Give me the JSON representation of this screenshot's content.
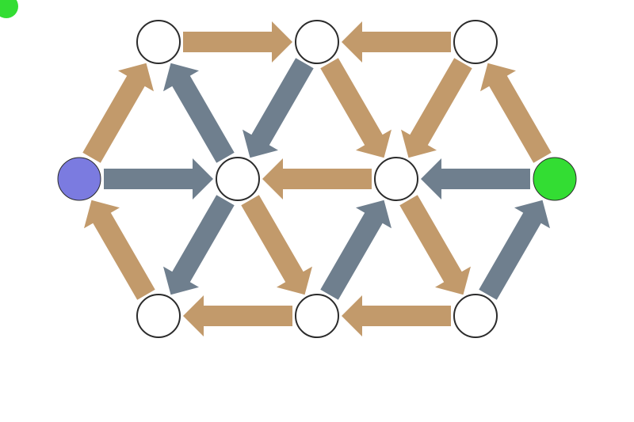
{
  "colors": {
    "background": "#ffffff",
    "arrow_tan": "#c29a6b",
    "arrow_slate": "#6f7f8e",
    "node_fill": "#ffffff",
    "node_stroke": "#2b2b2b",
    "start_node": "#7b7be0",
    "goal_node": "#33dd33",
    "cursor_blob": "#33dd33"
  },
  "nodes": [
    {
      "id": "n0",
      "col": 0,
      "row": 1,
      "kind": "start"
    },
    {
      "id": "n1",
      "col": 1,
      "row": 0,
      "kind": "empty"
    },
    {
      "id": "n2",
      "col": 2,
      "row": 0,
      "kind": "empty"
    },
    {
      "id": "n3",
      "col": 3,
      "row": 0,
      "kind": "empty"
    },
    {
      "id": "n4",
      "col": 1,
      "row": 1,
      "kind": "empty"
    },
    {
      "id": "n5",
      "col": 2,
      "row": 1,
      "kind": "empty"
    },
    {
      "id": "n6",
      "col": 3,
      "row": 1,
      "kind": "goal"
    },
    {
      "id": "n7",
      "col": 1,
      "row": 2,
      "kind": "empty"
    },
    {
      "id": "n8",
      "col": 2,
      "row": 2,
      "kind": "empty"
    },
    {
      "id": "n9",
      "col": 3,
      "row": 2,
      "kind": "empty"
    }
  ],
  "edges": [
    {
      "from": "n1",
      "to": "n2",
      "color": "tan"
    },
    {
      "from": "n3",
      "to": "n2",
      "color": "tan"
    },
    {
      "from": "n0",
      "to": "n1",
      "color": "tan"
    },
    {
      "from": "n4",
      "to": "n1",
      "color": "slate"
    },
    {
      "from": "n2",
      "to": "n4",
      "color": "slate"
    },
    {
      "from": "n2",
      "to": "n5",
      "color": "tan"
    },
    {
      "from": "n3",
      "to": "n5",
      "color": "tan"
    },
    {
      "from": "n6",
      "to": "n3",
      "color": "tan"
    },
    {
      "from": "n0",
      "to": "n4",
      "color": "slate"
    },
    {
      "from": "n5",
      "to": "n4",
      "color": "tan"
    },
    {
      "from": "n6",
      "to": "n5",
      "color": "slate"
    },
    {
      "from": "n7",
      "to": "n0",
      "color": "tan"
    },
    {
      "from": "n4",
      "to": "n7",
      "color": "slate"
    },
    {
      "from": "n4",
      "to": "n8",
      "color": "tan"
    },
    {
      "from": "n8",
      "to": "n5",
      "color": "slate"
    },
    {
      "from": "n5",
      "to": "n9",
      "color": "tan"
    },
    {
      "from": "n9",
      "to": "n6",
      "color": "slate"
    },
    {
      "from": "n8",
      "to": "n7",
      "color": "tan"
    },
    {
      "from": "n9",
      "to": "n8",
      "color": "tan"
    }
  ]
}
